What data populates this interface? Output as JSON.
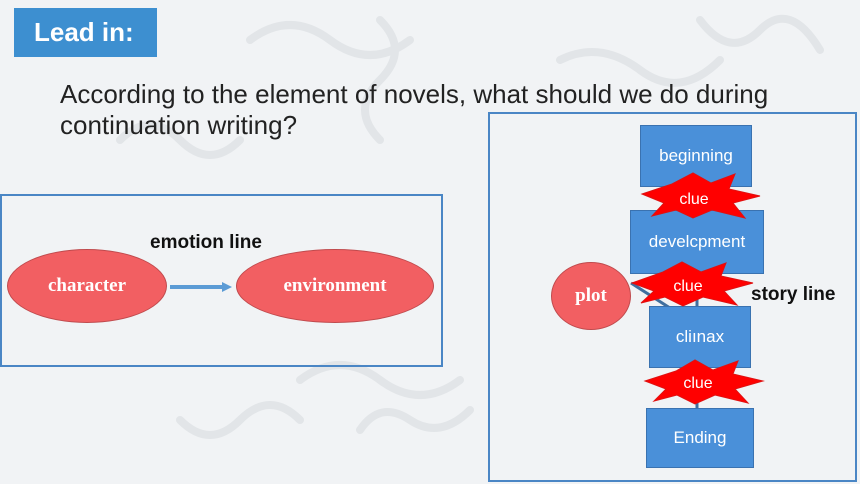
{
  "header": {
    "title": "Lead in:"
  },
  "question": "According to the element of novels, what should we do during continuation writing?",
  "emotion_diagram": {
    "line_label": "emotion line",
    "from_node": "character",
    "to_node": "environment"
  },
  "story_diagram": {
    "center_node": "plot",
    "line_label": "story line",
    "stages": [
      "beginning",
      "develcpment",
      "cliınax",
      "Ending"
    ],
    "clues": [
      "clue",
      "clue",
      "clue"
    ]
  },
  "colors": {
    "title_bg": "#3d8fd0",
    "node_red": "#f25f62",
    "stage_blue": "#4a90d9",
    "clue_burst": "#ff0000",
    "arrow_blue": "#5b9bd5"
  }
}
